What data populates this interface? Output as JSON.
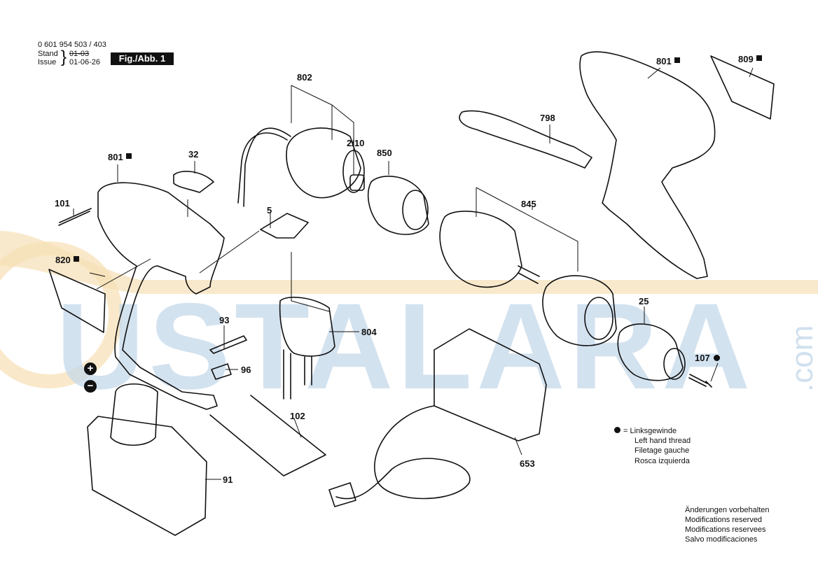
{
  "header": {
    "part_number": "0 601 954 503 / 403",
    "stand_label": "Stand",
    "issue_label": "Issue",
    "old_date": "01-03",
    "new_date": "01-06-26",
    "figure_label": "Fig./Abb. 1"
  },
  "parts": {
    "p802": "802",
    "p210": "2/10",
    "p850": "850",
    "p798": "798",
    "p801_right": "801",
    "p809": "809",
    "p801_left": "801",
    "p32": "32",
    "p101": "101",
    "p5": "5",
    "p845": "845",
    "p820": "820",
    "p25": "25",
    "p93": "93",
    "p804": "804",
    "p96": "96",
    "p107": "107",
    "p102": "102",
    "p91": "91",
    "p653": "653"
  },
  "polarity": {
    "plus": "+",
    "minus": "−"
  },
  "legend": {
    "lines": [
      "= Linksgewinde",
      "Left hand thread",
      "Filetage gauche",
      "Rosca izquierda"
    ]
  },
  "footer": {
    "lines": [
      "Änderungen vorbehalten",
      "Modifications reserved",
      "Modifications reservees",
      "Salvo modificaciones"
    ]
  },
  "watermark": {
    "text": "USTALARA",
    "suffix": ".com",
    "color_blue": "#bcd3e6",
    "color_orange": "#f5d9a8"
  }
}
